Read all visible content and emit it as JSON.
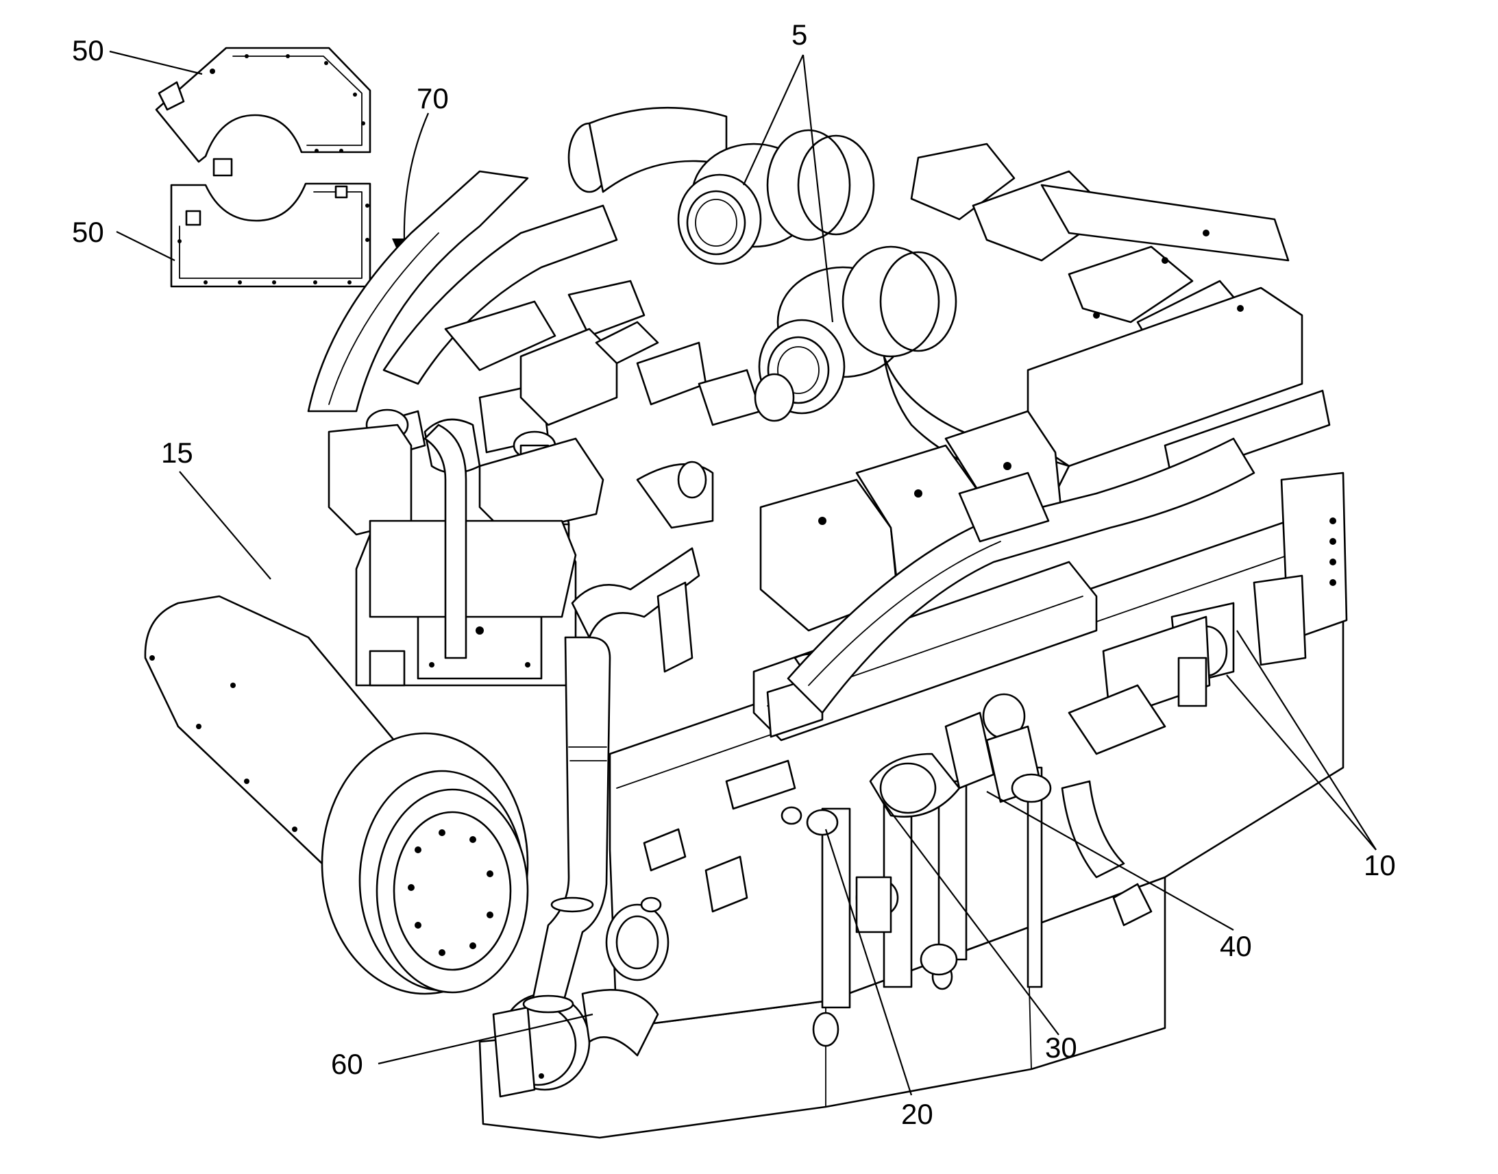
{
  "callouts": {
    "c5": "5",
    "c10": "10",
    "c15": "15",
    "c20": "20",
    "c30": "30",
    "c40": "40",
    "c50_top": "50",
    "c50_bottom": "50",
    "c60": "60",
    "c70": "70"
  }
}
